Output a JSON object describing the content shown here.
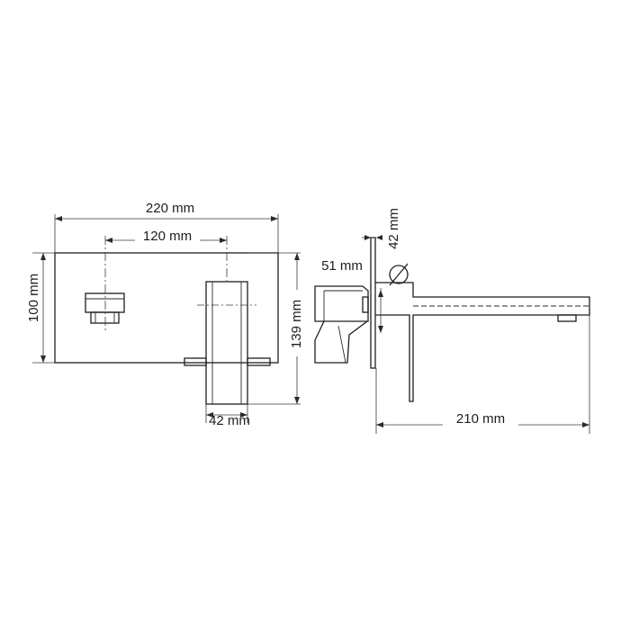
{
  "dimensions": {
    "overall_width": "220 mm",
    "hole_spacing": "120 mm",
    "plate_height": "100 mm",
    "total_height": "139 mm",
    "spout_width": "42 mm",
    "handle_depth": "51 mm",
    "side_42": "42 mm",
    "projection": "210 mm"
  },
  "icons": {
    "diameter": "diameter-symbol"
  }
}
